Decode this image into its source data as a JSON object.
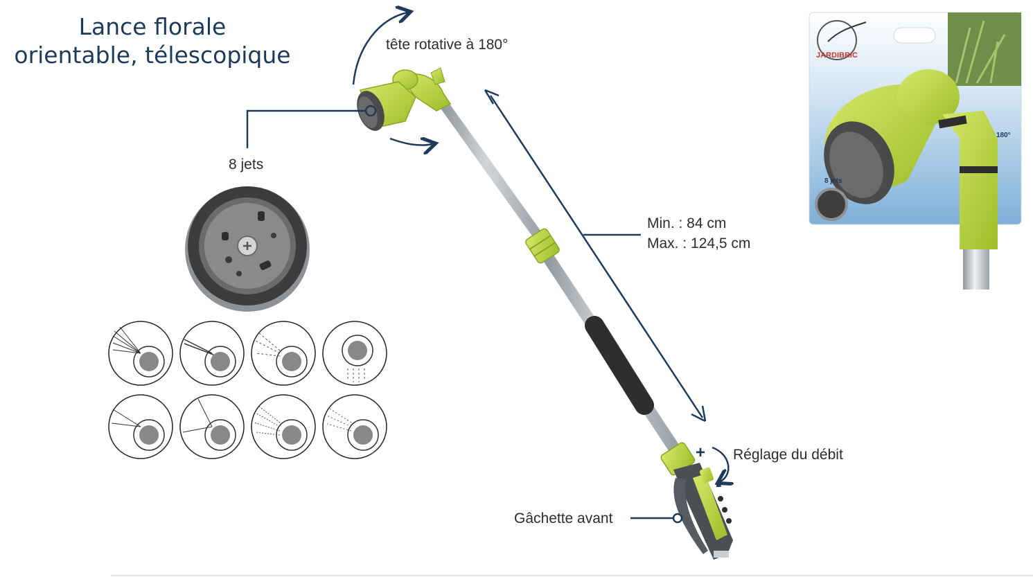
{
  "title": {
    "line1": "Lance florale",
    "line2": "orientable, télescopique"
  },
  "labels": {
    "rotating_head": "tête rotative à 180°",
    "jets": "8 jets",
    "length_min": "Min. : 84 cm",
    "length_max": "Max. : 124,5 cm",
    "flow_adjust": "Réglage du débit",
    "trigger": "Gâchette avant",
    "flow_plus": "+",
    "flow_minus": "-"
  },
  "packaging": {
    "brand": "JARDIBRIC",
    "badge_angle": "180°",
    "badge_jets": "8 jets"
  },
  "colors": {
    "accent_navy": "#1e3a5a",
    "lime": "#b8d23a",
    "dark_grey": "#4a4a4a",
    "metal": "#c9ced3",
    "pack_blue": "#7fb0d8"
  },
  "jet_patterns": [
    "fan",
    "jet",
    "mist",
    "shower",
    "cone",
    "flat",
    "soaker",
    "center"
  ]
}
